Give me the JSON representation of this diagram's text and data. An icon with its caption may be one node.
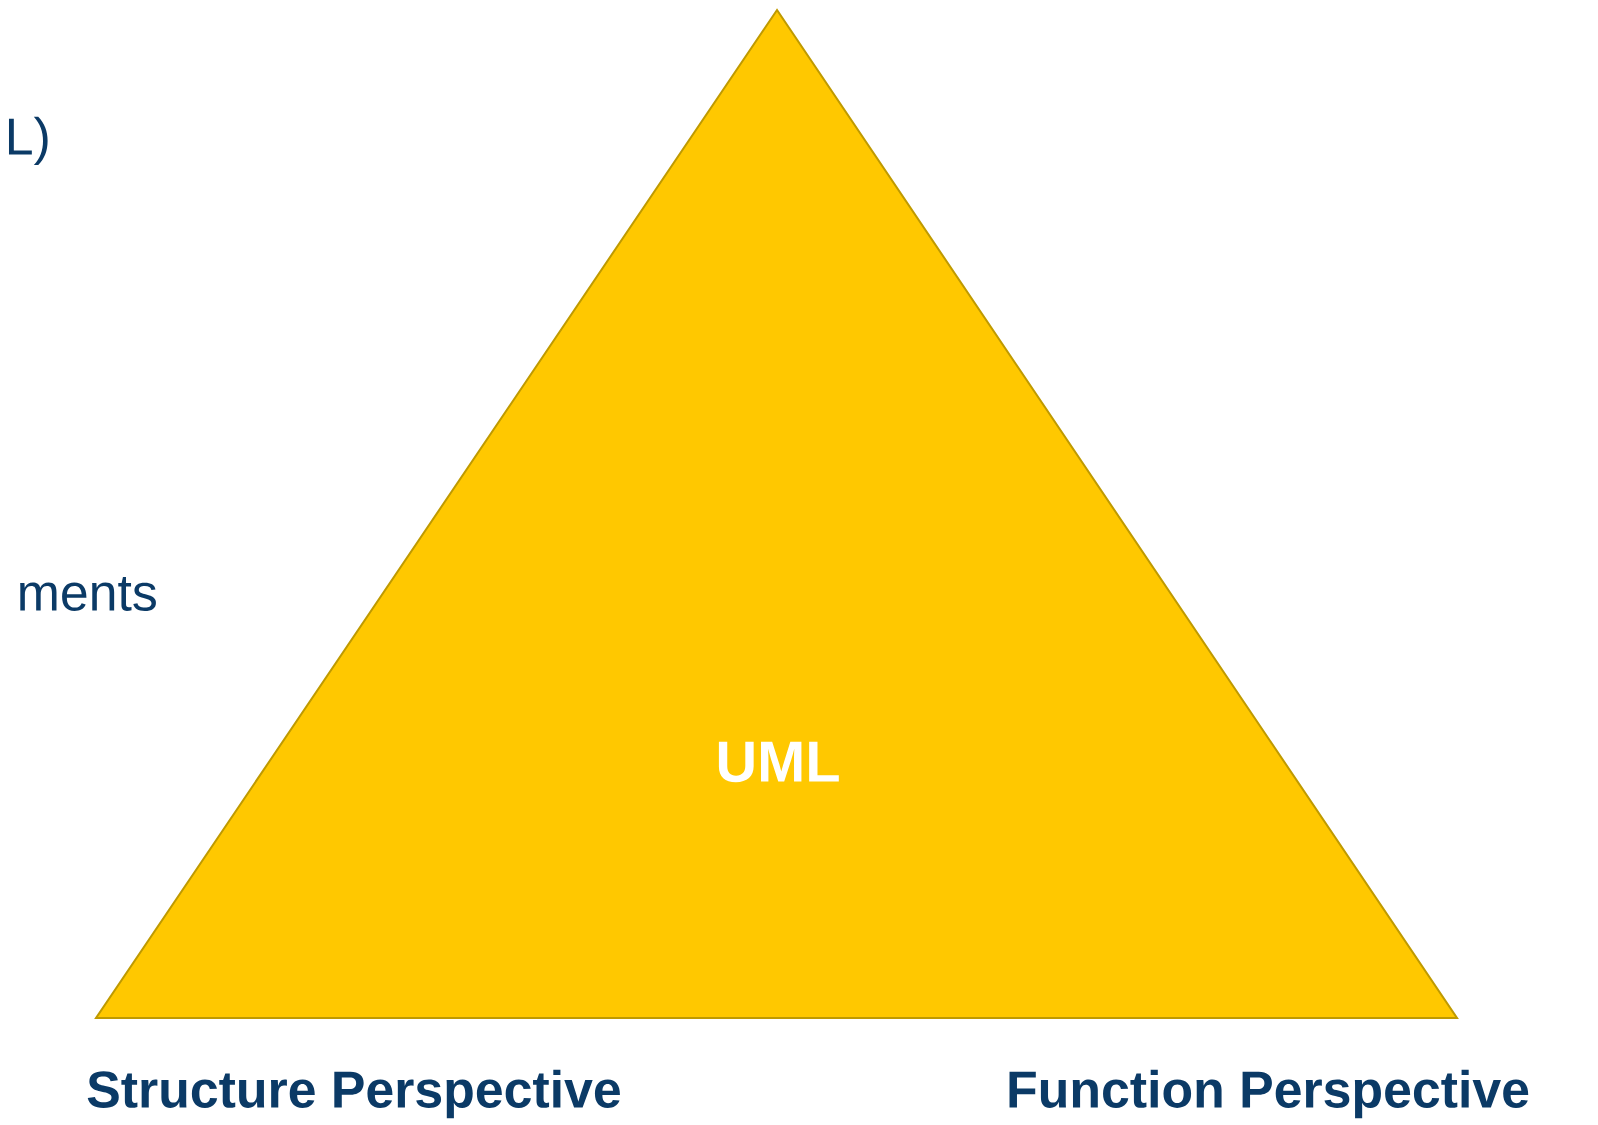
{
  "diagram": {
    "nodes": [
      {
        "text": [
          "UML"
        ]
      }
    ],
    "edges": [],
    "labels": [
      "L)",
      "ments",
      "Structure Perspective",
      "Function Perspective"
    ]
  }
}
